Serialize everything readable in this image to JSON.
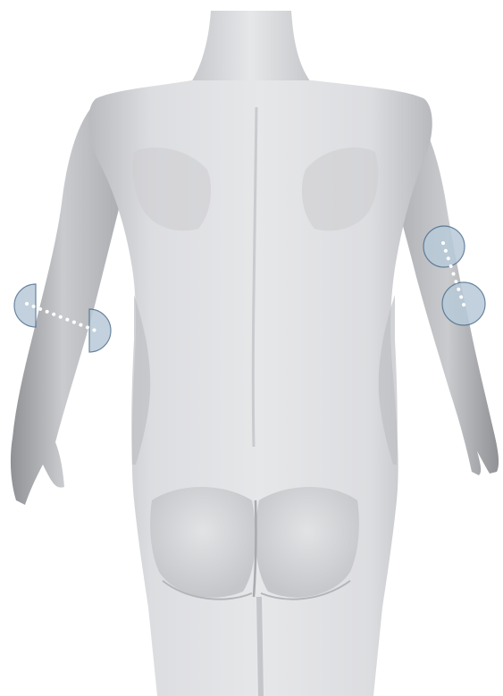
{
  "figure": {
    "subject": "human-torso-back-view",
    "view": "posterior",
    "colors": {
      "background": "#ffffff",
      "skin_light": "#e4e5e7",
      "skin_mid": "#c9cacd",
      "skin_shadow": "#9fa1a5",
      "marker_fill": "#b8cad8",
      "marker_stroke": "#4f6f8f",
      "marker_dots": "#ffffff"
    }
  },
  "markers": [
    {
      "name": "right-forearm-marker-pair",
      "side": "image-left",
      "style": "half-circles-with-dotted-line"
    },
    {
      "name": "left-upper-arm-marker-pair",
      "side": "image-right",
      "style": "circles-with-dotted-line"
    }
  ]
}
